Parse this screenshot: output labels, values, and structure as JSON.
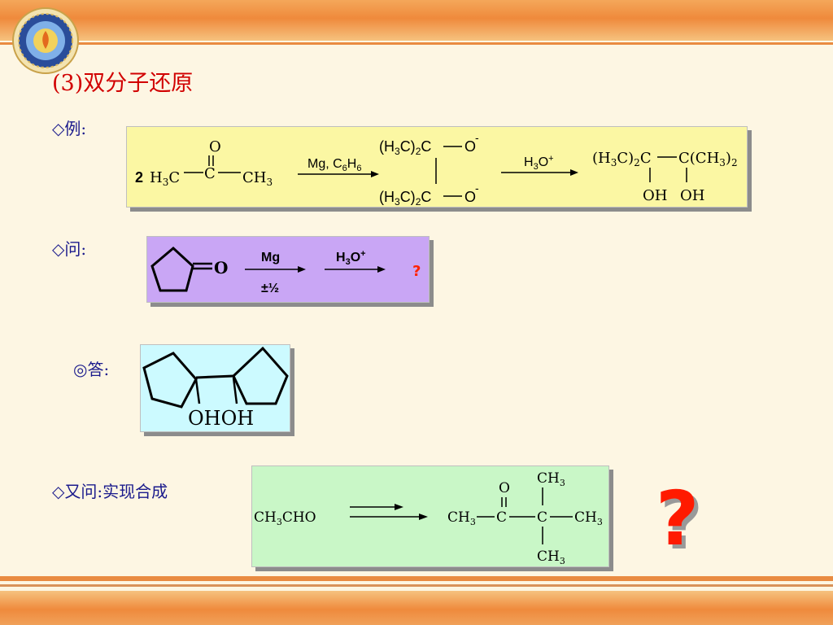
{
  "title": "(3)双分子还原",
  "sections": {
    "example_label": "◇例:",
    "question_label": "◇问:",
    "answer_label": "◎答:",
    "followup_label": "◇又问:实现合成"
  },
  "example_reaction": {
    "coefficient": "2",
    "reagent_1": "Mg, C6H6",
    "reagent_2": "H3O+",
    "product_substituents": [
      "(H3C)2C",
      "C(CH3)2"
    ],
    "hydroxyls": [
      "OH",
      "OH"
    ]
  },
  "question_reaction": {
    "reagent_1": "Mg",
    "reagent_1_sub": "±½",
    "reagent_2": "H3O+",
    "result": "?"
  },
  "answer_structure": {
    "hydroxyl_text": "OHOH"
  },
  "synthesis": {
    "start_material": "CH3CHO",
    "target_groups": [
      "CH3",
      "C",
      "C",
      "CH3",
      "CH3",
      "CH3"
    ]
  },
  "big_question_mark": "?",
  "colors": {
    "title": "#d10000",
    "labels": "#1a1a8c",
    "example_box": "#fbf7a3",
    "question_box": "#c9a6f5",
    "answer_box": "#ccfaff",
    "synthesis_box": "#c9f7c7",
    "accent_orange": "#ef8a3c",
    "question_mark": "#ff1a00"
  }
}
